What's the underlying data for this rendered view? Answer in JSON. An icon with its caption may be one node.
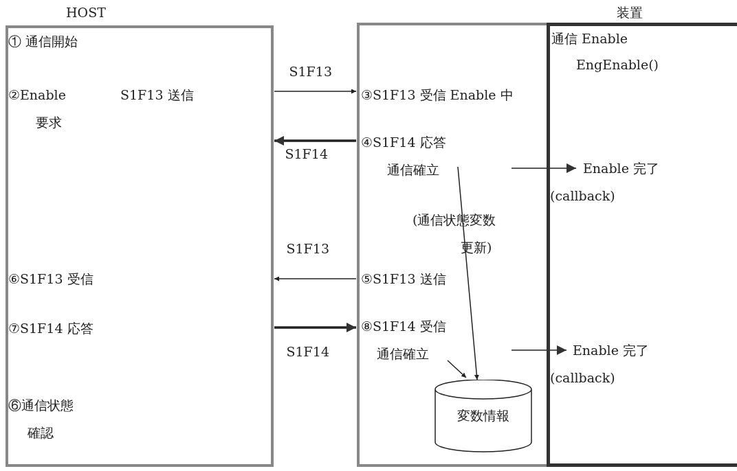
{
  "diagram": {
    "nodes": [
      {
        "text": [
          "HOST",
          "① 通信開始",
          "②Enable 要求",
          "S1F13 送信",
          "⑥S1F13 受信",
          "⑦S1F14 応答",
          "⑥通信状態確認"
        ]
      },
      {
        "text": [],
        "shape": "box"
      },
      {
        "text": [
          "装置",
          "通信 Enable",
          "EngEnable()"
        ]
      },
      {
        "text": [
          "③S1F13 受信 Enable 中"
        ],
        "in": 1
      },
      {
        "text": [
          "④S1F14 応答通信確立"
        ],
        "in": 1
      },
      {
        "text": [
          "⑤S1F13 送信"
        ],
        "in": 1
      },
      {
        "text": [
          "⑧S1F14 受信通信確立"
        ],
        "in": 1
      },
      {
        "text": [
          "変数情報"
        ],
        "in": 1
      },
      {
        "text": [
          "Enable 完了 (callback)"
        ],
        "in": 2
      },
      {
        "text": [
          "Enable 完了 (callback)"
        ],
        "in": 2
      }
    ],
    "edges": [
      {
        "from": 0,
        "to": 1,
        "arrow": "to",
        "label": "S1F13"
      },
      {
        "from": 1,
        "to": 0,
        "arrow": "to",
        "label": "S1F14",
        "style": "thick"
      },
      {
        "from": 1,
        "to": 0,
        "arrow": "to",
        "label": "S1F13"
      },
      {
        "from": 0,
        "to": 1,
        "arrow": "to",
        "label": "S1F14",
        "style": "thick"
      },
      {
        "from": 4,
        "to": 7,
        "arrow": "to"
      },
      {
        "from": 6,
        "to": 7,
        "arrow": "to"
      },
      {
        "from": null,
        "to": 8,
        "arrow": "to"
      },
      {
        "from": null,
        "to": 9,
        "arrow": "to"
      }
    ],
    "labels": [
      "(通信状態変数更新)"
    ]
  }
}
